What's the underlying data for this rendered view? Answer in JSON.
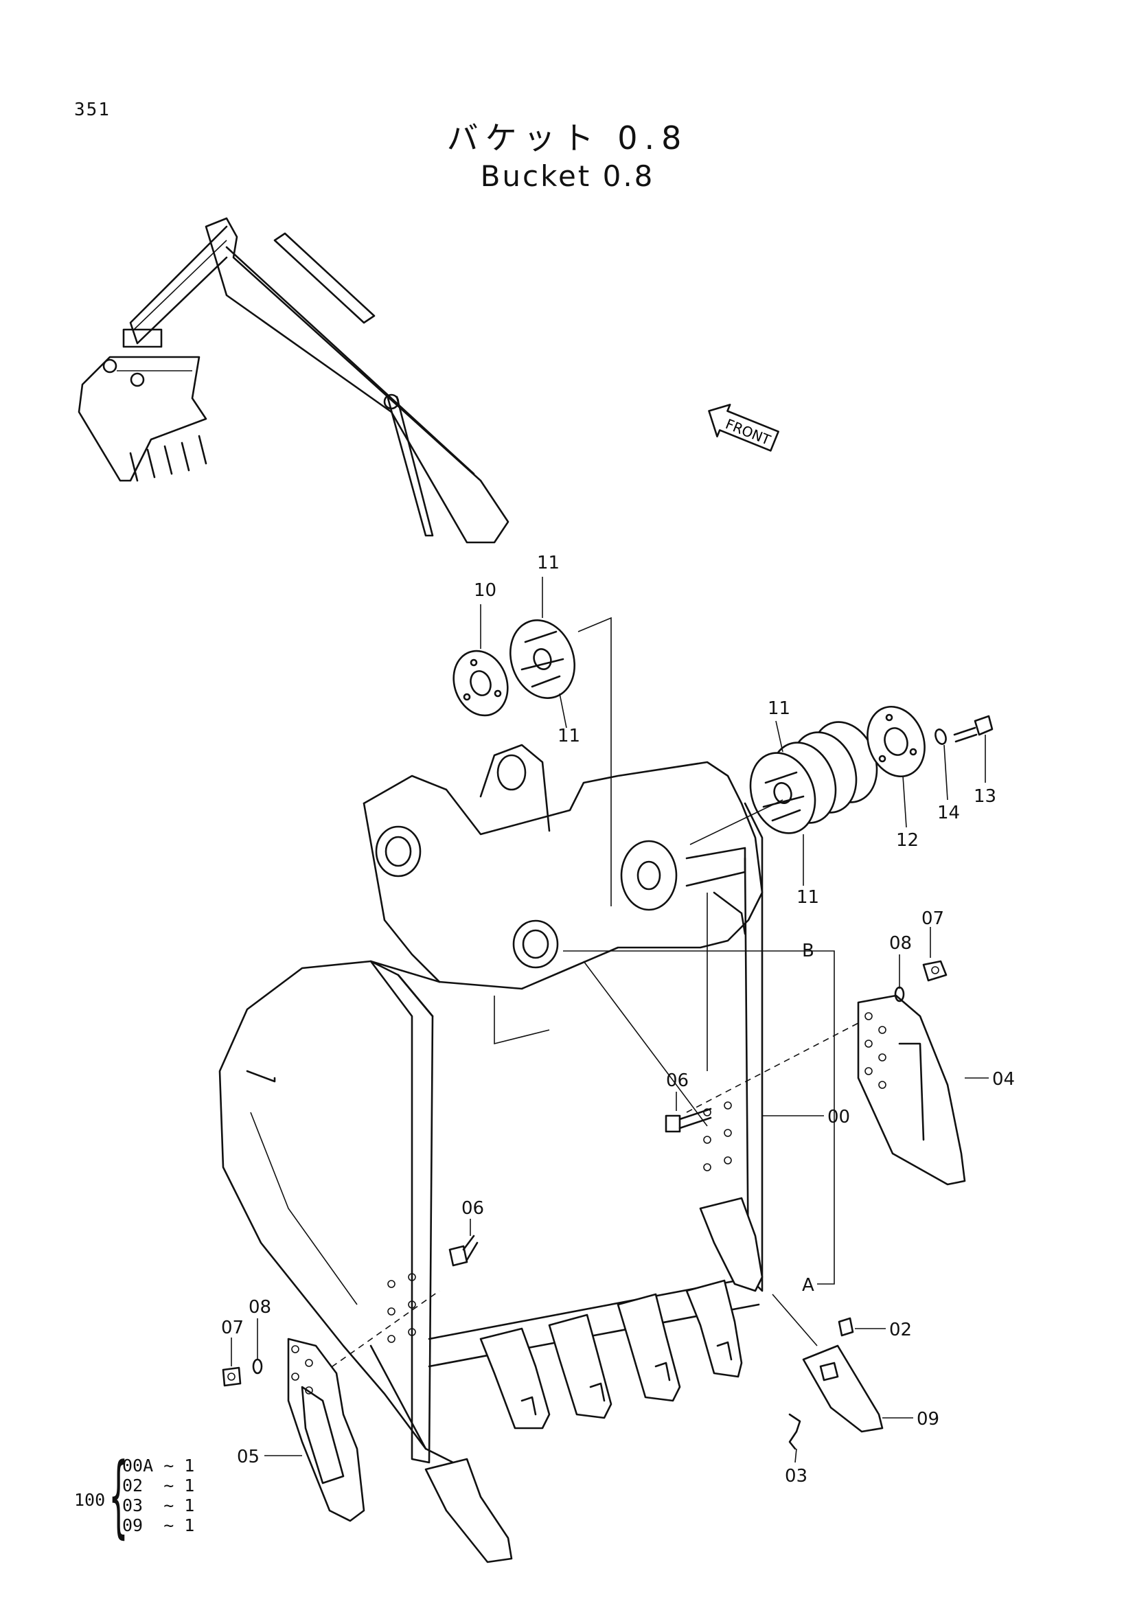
{
  "page_number": "351",
  "title_jp": "バケット 0.8",
  "title_en": "Bucket 0.8",
  "front_label": "FRONT",
  "callouts": {
    "c10": "10",
    "c11a": "11",
    "c11b": "11",
    "c11c": "11",
    "c11d": "11",
    "c12": "12",
    "c13": "13",
    "c14": "14",
    "cB": "B",
    "cA": "A",
    "c07r": "07",
    "c08r": "08",
    "c04": "04",
    "c06r": "06",
    "c00": "00",
    "c06l": "06",
    "c07l": "07",
    "c08l": "08",
    "c05": "05",
    "c02": "02",
    "c09": "09",
    "c03": "03"
  },
  "quantity_group": {
    "prefix": "100",
    "rows": [
      "00A ~ 1",
      "02  ~ 1",
      "03  ~ 1",
      "09  ~ 1"
    ]
  }
}
